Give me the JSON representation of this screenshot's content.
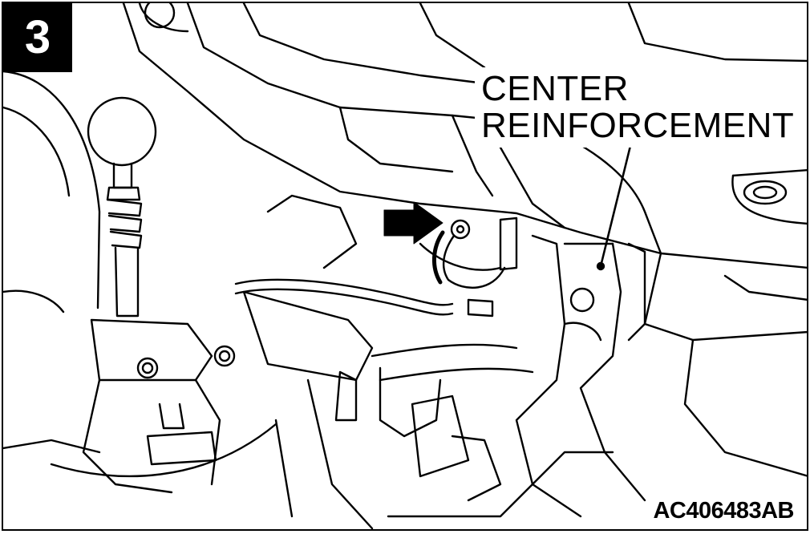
{
  "figure": {
    "step_number": "3",
    "callout": {
      "line1": "CENTER",
      "line2": "REINFORCEMENT"
    },
    "figure_code": "AC406483AB"
  },
  "icons": {
    "arrow": "direction-arrow-icon",
    "bolt": "bolt-icon",
    "leader": "leader-line"
  }
}
